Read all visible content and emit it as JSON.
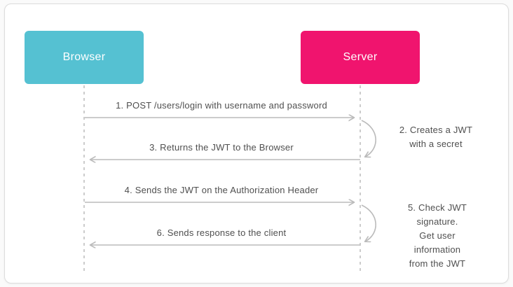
{
  "diagram": {
    "type": "sequence",
    "actors": [
      {
        "id": "browser",
        "label": "Browser",
        "color": "#55C1D2"
      },
      {
        "id": "server",
        "label": "Server",
        "color": "#F0146E"
      }
    ],
    "messages": [
      {
        "seq": "1",
        "from": "browser",
        "to": "server",
        "kind": "arrow",
        "label": "1. POST /users/login with username and password"
      },
      {
        "seq": "2",
        "actor": "server",
        "kind": "self",
        "label": "2. Creates a JWT\nwith a secret"
      },
      {
        "seq": "3",
        "from": "server",
        "to": "browser",
        "kind": "arrow",
        "label": "3. Returns the JWT to the Browser"
      },
      {
        "seq": "4",
        "from": "browser",
        "to": "server",
        "kind": "arrow",
        "label": "4. Sends the JWT on the Authorization Header"
      },
      {
        "seq": "5",
        "actor": "server",
        "kind": "self",
        "label": "5. Check JWT signature.\nGet user information\nfrom the JWT"
      },
      {
        "seq": "6",
        "from": "server",
        "to": "browser",
        "kind": "arrow",
        "label": "6. Sends response to the client"
      }
    ],
    "colors": {
      "browser_box": "#55C1D2",
      "server_box": "#F0146E",
      "arrow_color": "#BBBBBB",
      "lifeline_color": "#CCCCCC",
      "text_color": "#4F4F4F",
      "card_bg": "#FFFFFF",
      "card_border": "#DCDCDC",
      "page_bg": "#FAFAFA"
    }
  }
}
